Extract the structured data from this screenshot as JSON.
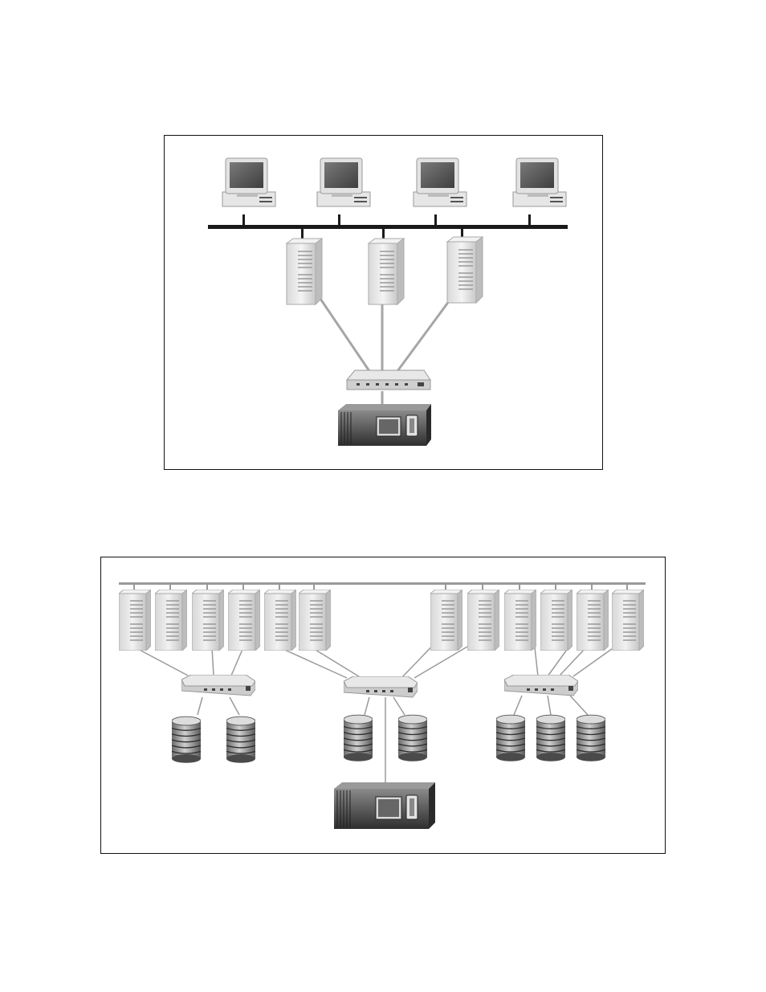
{
  "diagrams": [
    {
      "id": "lan-backup-topology",
      "nodes": {
        "workstations": 4,
        "servers": 3,
        "switches": 1,
        "tape_libraries": 1
      }
    },
    {
      "id": "san-topology",
      "nodes": {
        "servers": 12,
        "switches": 3,
        "disk_arrays": 7,
        "tape_libraries": 1
      }
    }
  ],
  "colors": {
    "frame": "#111111",
    "lan_bus_top": "#1a1a1a",
    "lan_bus_bottom": "#9a9a9a",
    "fibre_link": "#a6a6a6",
    "device_light": "#ededed",
    "device_shade": "#c4c4c4",
    "device_dark": "#3a3a3a",
    "screen": "#555555"
  }
}
